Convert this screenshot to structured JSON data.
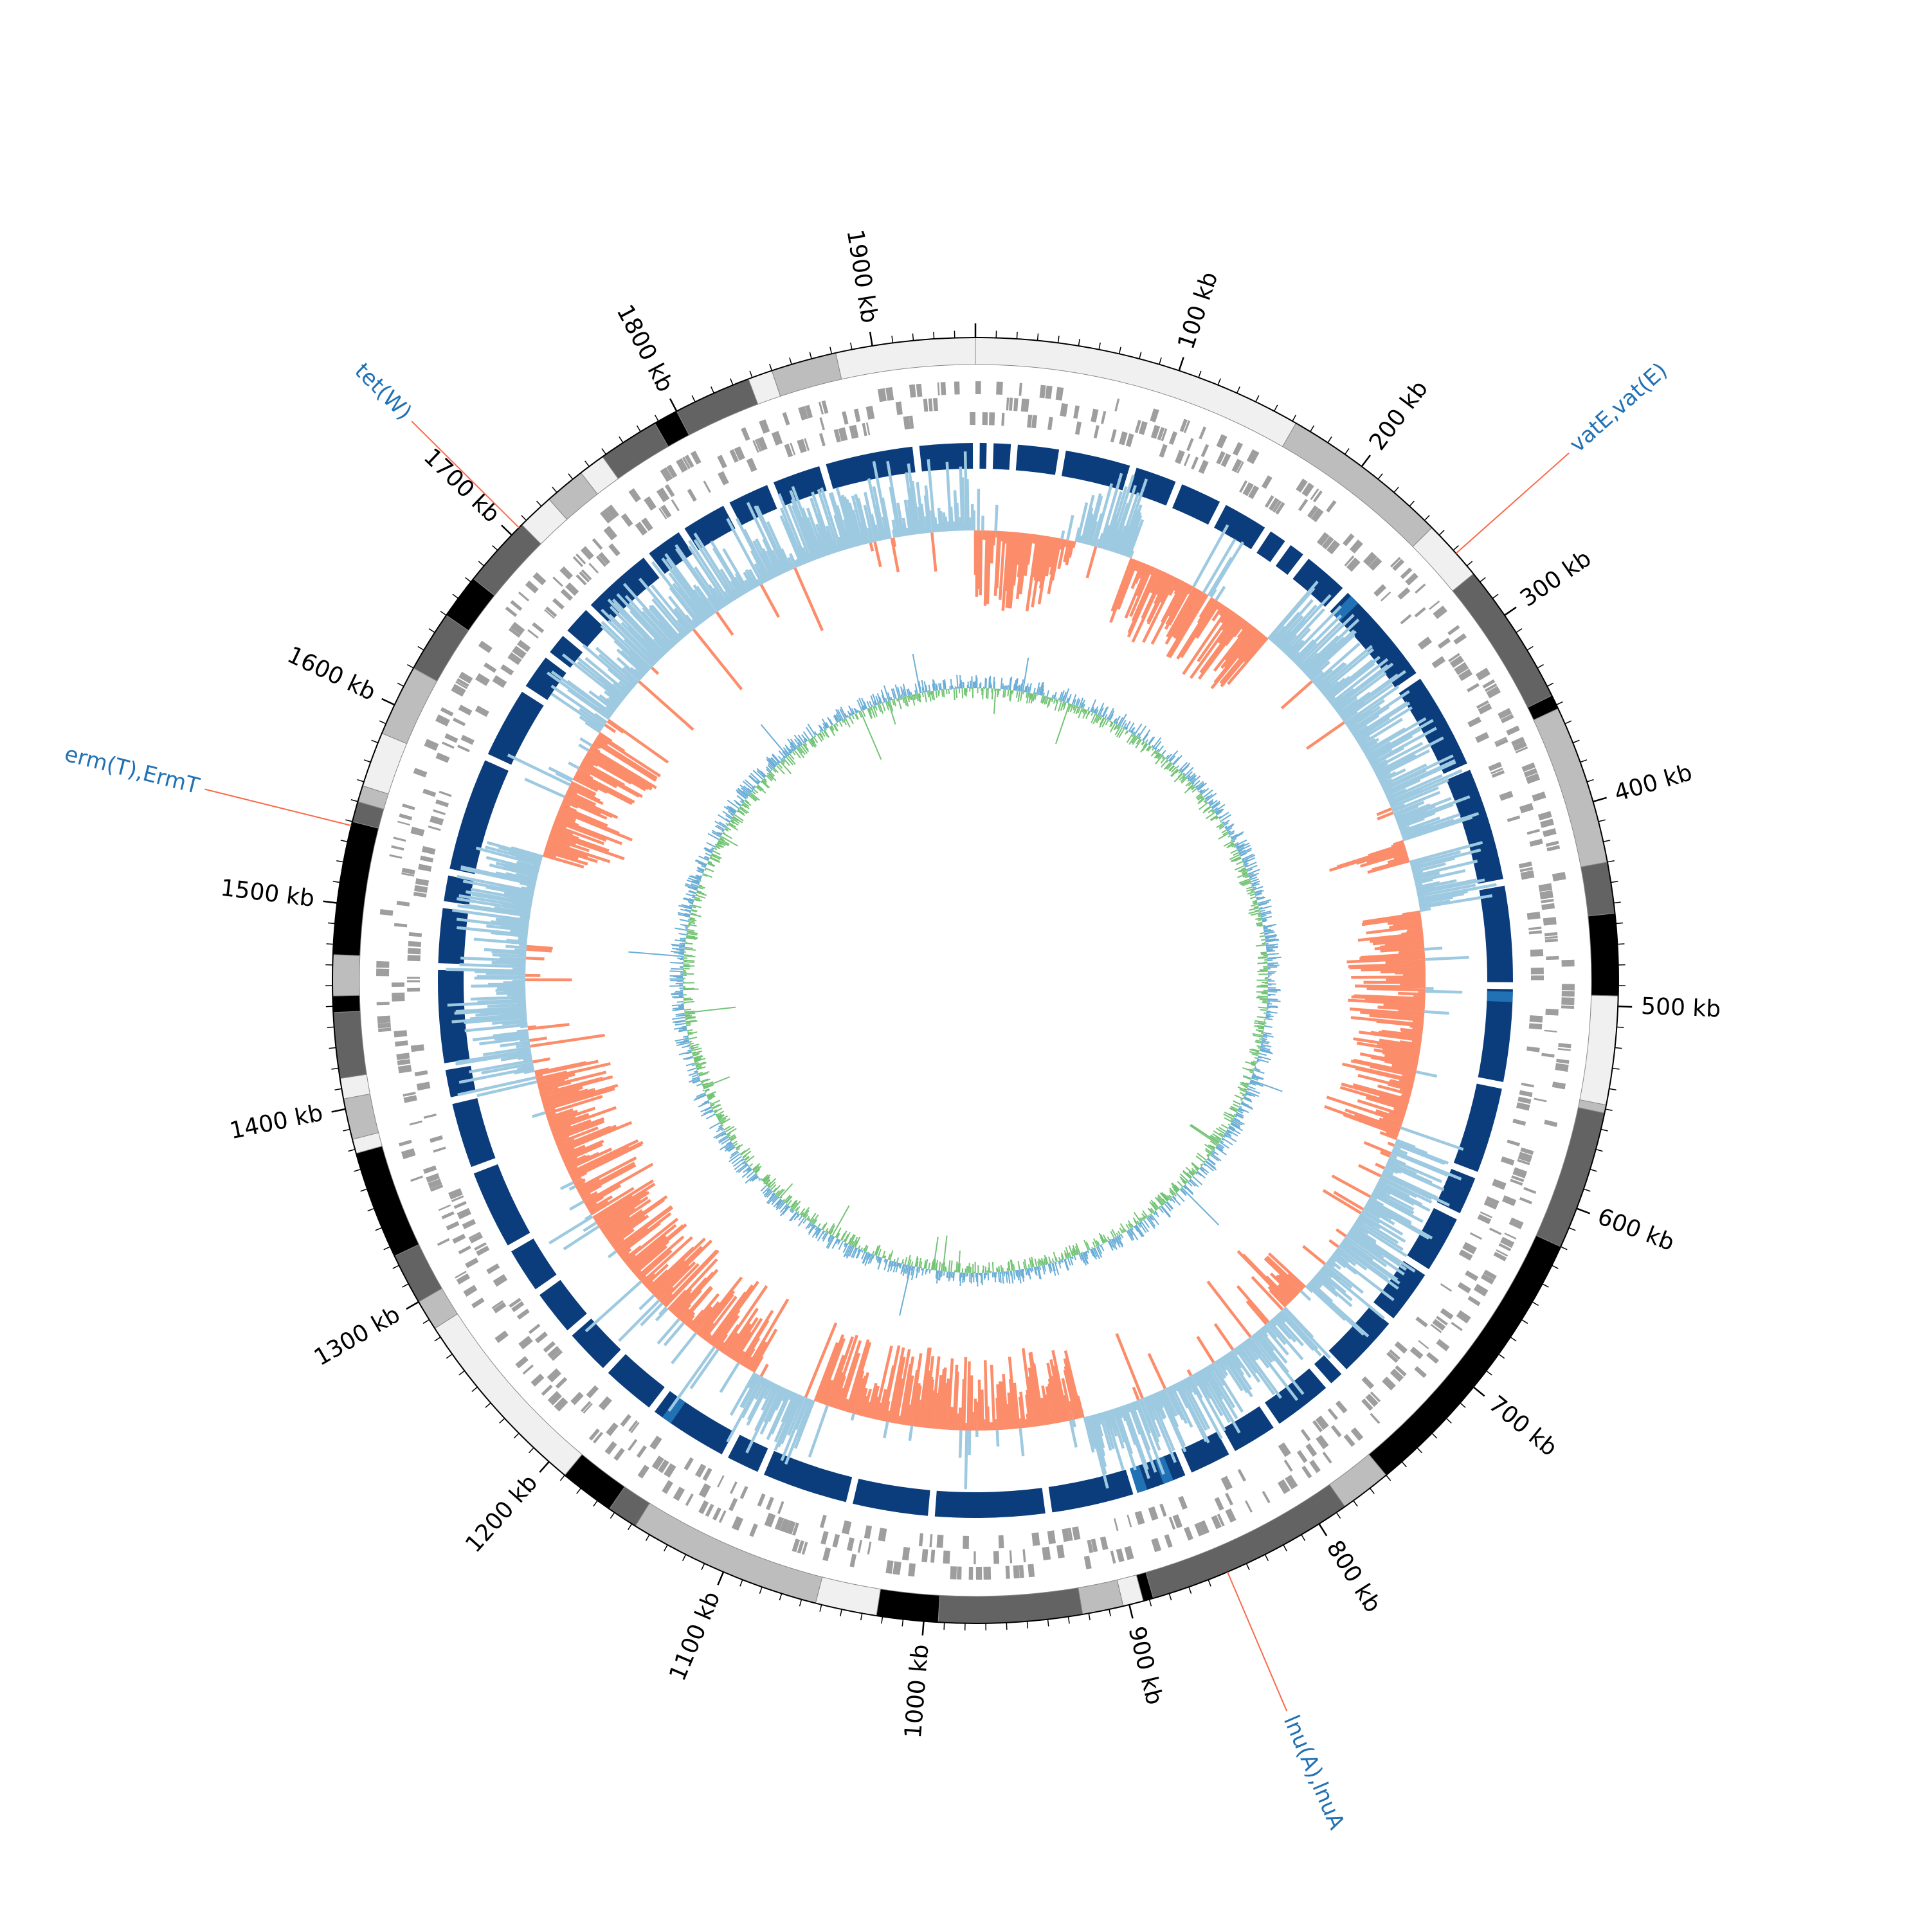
{
  "genome": {
    "length_kb": 1950,
    "tick_labels": [
      "100 kb",
      "200 kb",
      "300 kb",
      "400 kb",
      "500 kb",
      "600 kb",
      "700 kb",
      "800 kb",
      "900 kb",
      "1000 kb",
      "1100 kb",
      "1200 kb",
      "1300 kb",
      "1400 kb",
      "1500 kb",
      "1600 kb",
      "1700 kb",
      "1800 kb",
      "1900 kb"
    ],
    "tick_positions_kb": [
      100,
      200,
      300,
      400,
      500,
      600,
      700,
      800,
      900,
      1000,
      1100,
      1200,
      1300,
      1400,
      1500,
      1600,
      1700,
      1800,
      1900
    ]
  },
  "contigs_kb": [
    [
      0,
      162,
      "#f0f0f0"
    ],
    [
      162,
      245,
      "#bdbdbd"
    ],
    [
      245,
      275,
      "#f0f0f0"
    ],
    [
      275,
      345,
      "#636363"
    ],
    [
      345,
      352,
      "#000000"
    ],
    [
      352,
      430,
      "#bdbdbd"
    ],
    [
      430,
      455,
      "#636363"
    ],
    [
      455,
      495,
      "#000000"
    ],
    [
      495,
      548,
      "#f0f0f0"
    ],
    [
      548,
      552,
      "#bdbdbd"
    ],
    [
      552,
      620,
      "#636363"
    ],
    [
      620,
      760,
      "#000000"
    ],
    [
      760,
      785,
      "#bdbdbd"
    ],
    [
      785,
      888,
      "#636363"
    ],
    [
      888,
      893,
      "#000000"
    ],
    [
      893,
      903,
      "#f0f0f0"
    ],
    [
      903,
      923,
      "#bdbdbd"
    ],
    [
      923,
      993,
      "#636363"
    ],
    [
      993,
      1023,
      "#000000"
    ],
    [
      1023,
      1053,
      "#f0f0f0"
    ],
    [
      1053,
      1148,
      "#bdbdbd"
    ],
    [
      1148,
      1163,
      "#636363"
    ],
    [
      1163,
      1190,
      "#000000"
    ],
    [
      1190,
      1285,
      "#f0f0f0"
    ],
    [
      1285,
      1300,
      "#bdbdbd"
    ],
    [
      1300,
      1325,
      "#636363"
    ],
    [
      1325,
      1378,
      "#000000"
    ],
    [
      1378,
      1385,
      "#f0f0f0"
    ],
    [
      1385,
      1405,
      "#bdbdbd"
    ],
    [
      1405,
      1415,
      "#f0f0f0"
    ],
    [
      1415,
      1447,
      "#636363"
    ],
    [
      1447,
      1455,
      "#000000"
    ],
    [
      1455,
      1475,
      "#bdbdbd"
    ],
    [
      1475,
      1540,
      "#000000"
    ],
    [
      1540,
      1550,
      "#636363"
    ],
    [
      1550,
      1558,
      "#bdbdbd"
    ],
    [
      1558,
      1585,
      "#f0f0f0"
    ],
    [
      1585,
      1620,
      "#bdbdbd"
    ],
    [
      1620,
      1650,
      "#636363"
    ],
    [
      1650,
      1672,
      "#000000"
    ],
    [
      1672,
      1707,
      "#636363"
    ],
    [
      1707,
      1725,
      "#f0f0f0"
    ],
    [
      1725,
      1745,
      "#bdbdbd"
    ],
    [
      1745,
      1758,
      "#f0f0f0"
    ],
    [
      1758,
      1788,
      "#636363"
    ],
    [
      1788,
      1800,
      "#000000"
    ],
    [
      1800,
      1838,
      "#636363"
    ],
    [
      1838,
      1850,
      "#f0f0f0"
    ],
    [
      1850,
      1882,
      "#bdbdbd"
    ],
    [
      1882,
      1950,
      "#f0f0f0"
    ]
  ],
  "amr_genes": [
    {
      "label": "vatE,vat(E)",
      "position_kb": 262
    },
    {
      "label": "lnu(A),lnuA",
      "position_kb": 850
    },
    {
      "label": "erm(T),ErmT",
      "position_kb": 1538
    },
    {
      "label": "tet(W)",
      "position_kb": 1705
    }
  ],
  "colors": {
    "ticks": "#000000",
    "cds": "#9e9e9e",
    "blast": "#0b3d7c",
    "blast_alt": "#2171b5",
    "gc_content_high": "#9ecae1",
    "gc_content_low": "#fc8d6b",
    "gc_skew_positive": "#6baed6",
    "gc_skew_negative": "#74c476",
    "amr_label": "#2171b5",
    "amr_line": "#fb6a4a"
  }
}
